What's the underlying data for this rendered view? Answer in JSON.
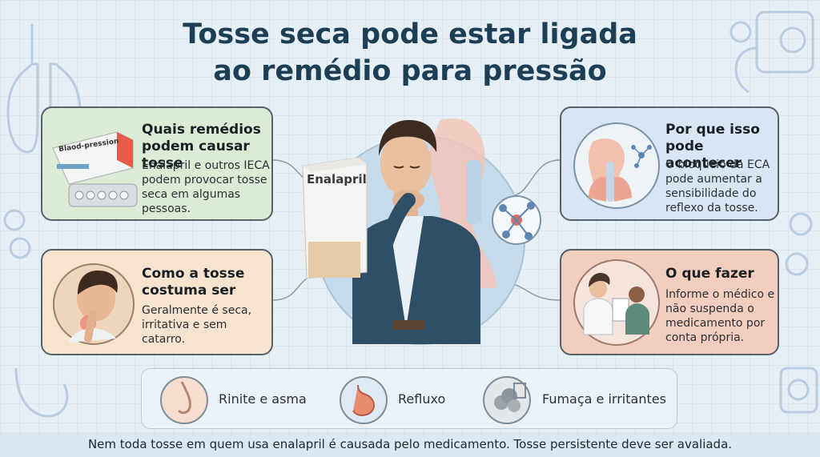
{
  "title": {
    "line1": "Tosse seca pode estar ligada",
    "line2": "ao remédio para pressão"
  },
  "cards": {
    "meds": {
      "heading_line1": "Quais remédios",
      "heading_line2": "podem causar tosse",
      "body": "Enalapril e outros IECA podem provocar tosse seca em algumas pessoas.",
      "box_label": "Blaod-pression",
      "icon": "medicine-box-icon"
    },
    "cough": {
      "heading_line1": "Como a tosse",
      "heading_line2": "costuma ser",
      "body": "Geralmente é seca, irritativa e sem catarro.",
      "icon": "throat-irritation-icon"
    },
    "why": {
      "heading_line1": "Por que isso",
      "heading_line2": "pode acontecer",
      "body": "O bloqueio da ECA pode aumentar a sensibilidade do reflexo da tosse.",
      "icon": "airway-molecule-icon"
    },
    "do": {
      "heading": "O que fazer",
      "body": "Informe o médico e não suspenda o medicamento por conta própria.",
      "icon": "doctor-consultation-icon"
    }
  },
  "center": {
    "box_label": "Enalapril",
    "icon": "man-coughing-illustration"
  },
  "other_causes": [
    {
      "label": "Rinite e asma",
      "icon": "nose-icon"
    },
    {
      "label": "Refluxo",
      "icon": "stomach-icon"
    },
    {
      "label": "Fumaça e irritantes",
      "icon": "smoke-icon"
    }
  ],
  "footer": "Nem toda tosse em quem usa enalapril é causada pelo medicamento. Tosse persistente deve ser avaliada.",
  "colors": {
    "background": "#e6eff6",
    "title": "#1d3f55",
    "card_green": "#dcebd6",
    "card_beige": "#f6e4cf",
    "card_blue": "#d8e5f3",
    "card_salmon": "#f3cdbd"
  }
}
